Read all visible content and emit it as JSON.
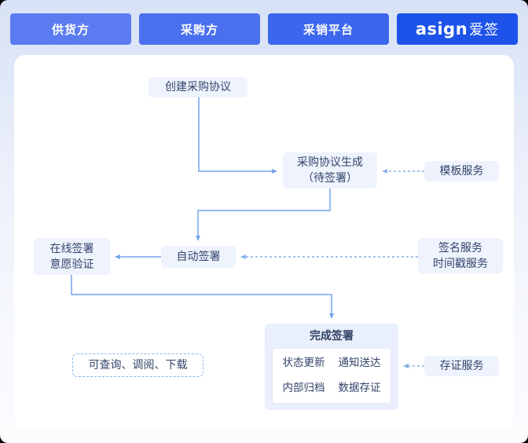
{
  "header": {
    "tabs": [
      {
        "label": "供货方",
        "color": "#5b7cf1"
      },
      {
        "label": "采购方",
        "color": "#4a70ef"
      },
      {
        "label": "采销平台",
        "color": "#3c66ee"
      }
    ],
    "brand": {
      "latin": "asign",
      "cjk": "爱签",
      "color": "#1d53e8"
    }
  },
  "flow": {
    "create": "创建采购协议",
    "generate_line1": "采购协议生成",
    "generate_line2": "（待签署）",
    "template_service": "模板服务",
    "auto_sign": "自动签署",
    "online_line1": "在线签署",
    "online_line2": "意愿验证",
    "sign_service_line1": "签名服务",
    "sign_service_line2": "时间戳服务",
    "complete": {
      "title": "完成签署",
      "items": [
        "状态更新",
        "通知送达",
        "内部归档",
        "数据存证"
      ]
    },
    "evidence_service": "存证服务",
    "query_note": "可查询、调阅、下载"
  },
  "colors": {
    "node_fill": "#eef3fd",
    "complete_fill": "#e9effc",
    "node_text": "#33436a",
    "arrow_solid": "#74a4e8",
    "arrow_dashed": "#85b1ea",
    "frame_top": "#d8e2f6",
    "panel": "#ffffff"
  }
}
